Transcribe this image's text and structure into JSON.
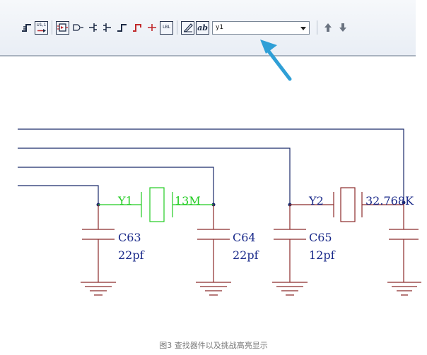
{
  "toolbar": {
    "tools": [
      {
        "icon": "wire-step-icon"
      },
      {
        "icon": "u11-net-icon",
        "text": "U1,1"
      },
      {
        "icon": "ic-component-icon"
      },
      {
        "icon": "gate-icon"
      },
      {
        "icon": "pin-left-icon"
      },
      {
        "icon": "pin-right-icon"
      },
      {
        "icon": "step-left-icon"
      },
      {
        "icon": "step-right-red-icon"
      },
      {
        "icon": "junction-icon"
      },
      {
        "icon": "label-box-icon",
        "text": "LBL"
      },
      {
        "icon": "pen-icon"
      },
      {
        "icon": "text-ab-icon",
        "text": "ab"
      }
    ],
    "search_value": "y1",
    "nav": {
      "up_icon": "arrow-up-icon",
      "down_icon": "arrow-down-icon"
    }
  },
  "annotation": {
    "arrow_color": "#2f9fd6",
    "arrow_icon": "pointer-arrow-icon"
  },
  "schematic": {
    "components": [
      {
        "ref": "Y1",
        "value": "13M",
        "highlighted": true,
        "color": "#22cc22"
      },
      {
        "ref": "Y2",
        "value": "32.768K",
        "highlighted": false,
        "color": "#1a2a8a"
      },
      {
        "ref": "C63",
        "value": "22pf"
      },
      {
        "ref": "C64",
        "value": "22pf"
      },
      {
        "ref": "C65",
        "value": "12pf"
      }
    ],
    "colors": {
      "net": "#1a2a6a",
      "part": "#8b2a2a",
      "label": "#1a2a8a",
      "highlight": "#22cc22"
    }
  },
  "caption": "图3 查找器件以及挑战高亮显示"
}
